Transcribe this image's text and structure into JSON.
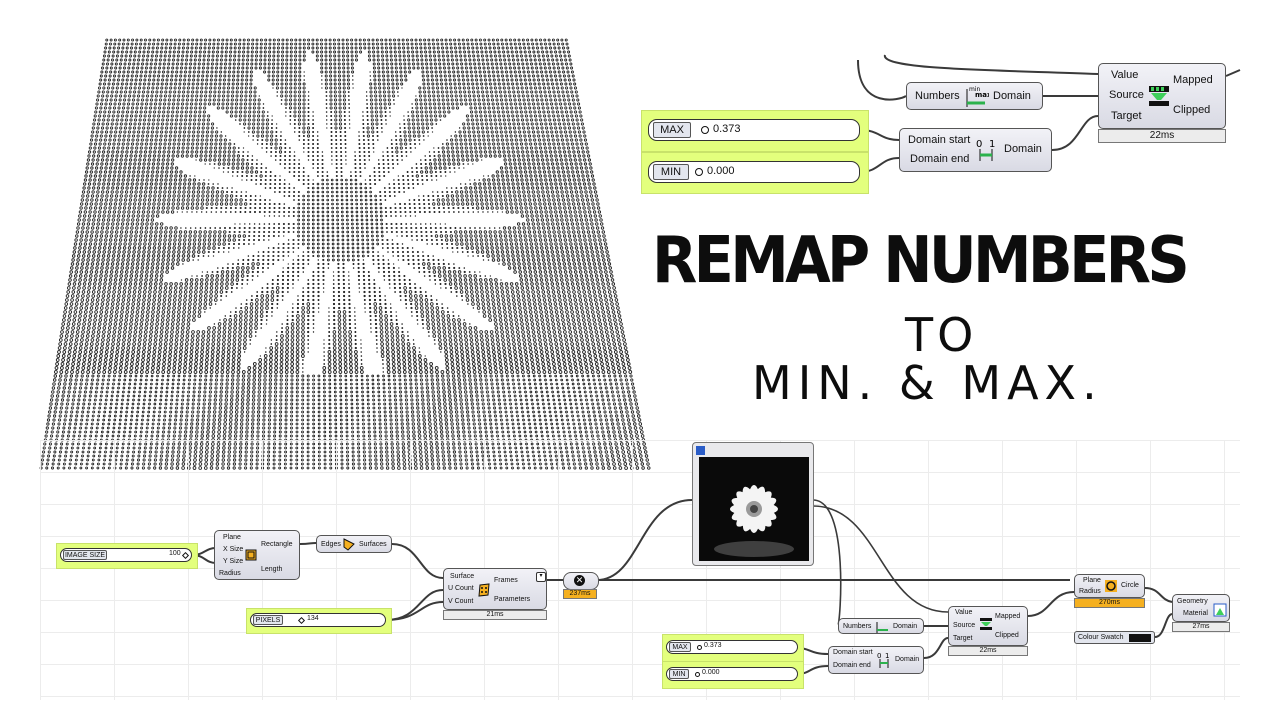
{
  "title": "REMAP NUMBERS",
  "subtitle_line1": "TO",
  "subtitle_line2": "MIN. & MAX.",
  "top_graph": {
    "max_slider": {
      "label": "MAX",
      "value": "0.373"
    },
    "min_slider": {
      "label": "MIN",
      "value": "0.000"
    },
    "construct_domain": {
      "in_start": "Domain start",
      "in_end": "Domain end",
      "out": "Domain"
    },
    "bounds": {
      "in": "Numbers",
      "out": "Domain"
    },
    "remap": {
      "in_value": "Value",
      "in_source": "Source",
      "in_target": "Target",
      "out_mapped": "Mapped",
      "out_clipped": "Clipped",
      "timer": "22ms"
    }
  },
  "bottom_graph": {
    "image_size": {
      "label": "IMAGE SIZE",
      "value": "100"
    },
    "pixels": {
      "label": "PIXELS",
      "value": "134"
    },
    "rectangle": {
      "in_plane": "Plane",
      "in_x": "X Size",
      "in_y": "Y Size",
      "in_radius": "Radius",
      "out_rect": "Rectangle",
      "out_len": "Length"
    },
    "boundary": {
      "in": "Edges",
      "out": "Surfaces"
    },
    "divide": {
      "in_surface": "Surface",
      "in_u": "U Count",
      "in_v": "V Count",
      "out_frames": "Frames",
      "out_params": "Parameters",
      "timer": "21ms"
    },
    "image_timer": "237ms",
    "circle": {
      "in_plane": "Plane",
      "in_radius": "Radius",
      "out": "Circle",
      "timer": "270ms"
    },
    "bounds": {
      "in": "Numbers",
      "out": "Domain"
    },
    "remap": {
      "in_value": "Value",
      "in_source": "Source",
      "in_target": "Target",
      "out_mapped": "Mapped",
      "out_clipped": "Clipped",
      "timer": "22ms"
    },
    "max_slider": {
      "label": "MAX",
      "value": "0.373"
    },
    "min_slider": {
      "label": "MIN",
      "value": "0.000"
    },
    "construct_domain": {
      "in_start": "Domain start",
      "in_end": "Domain end",
      "out": "Domain"
    },
    "preview": {
      "in_geometry": "Geometry",
      "in_material": "Material",
      "timer": "27ms"
    },
    "swatch": {
      "label": "Colour Swatch",
      "color": "#111111"
    }
  },
  "colors": {
    "slider_highlight": "#e3ff7d",
    "timer_warning": "#f5b020",
    "component_fill": "#dcdde6"
  }
}
